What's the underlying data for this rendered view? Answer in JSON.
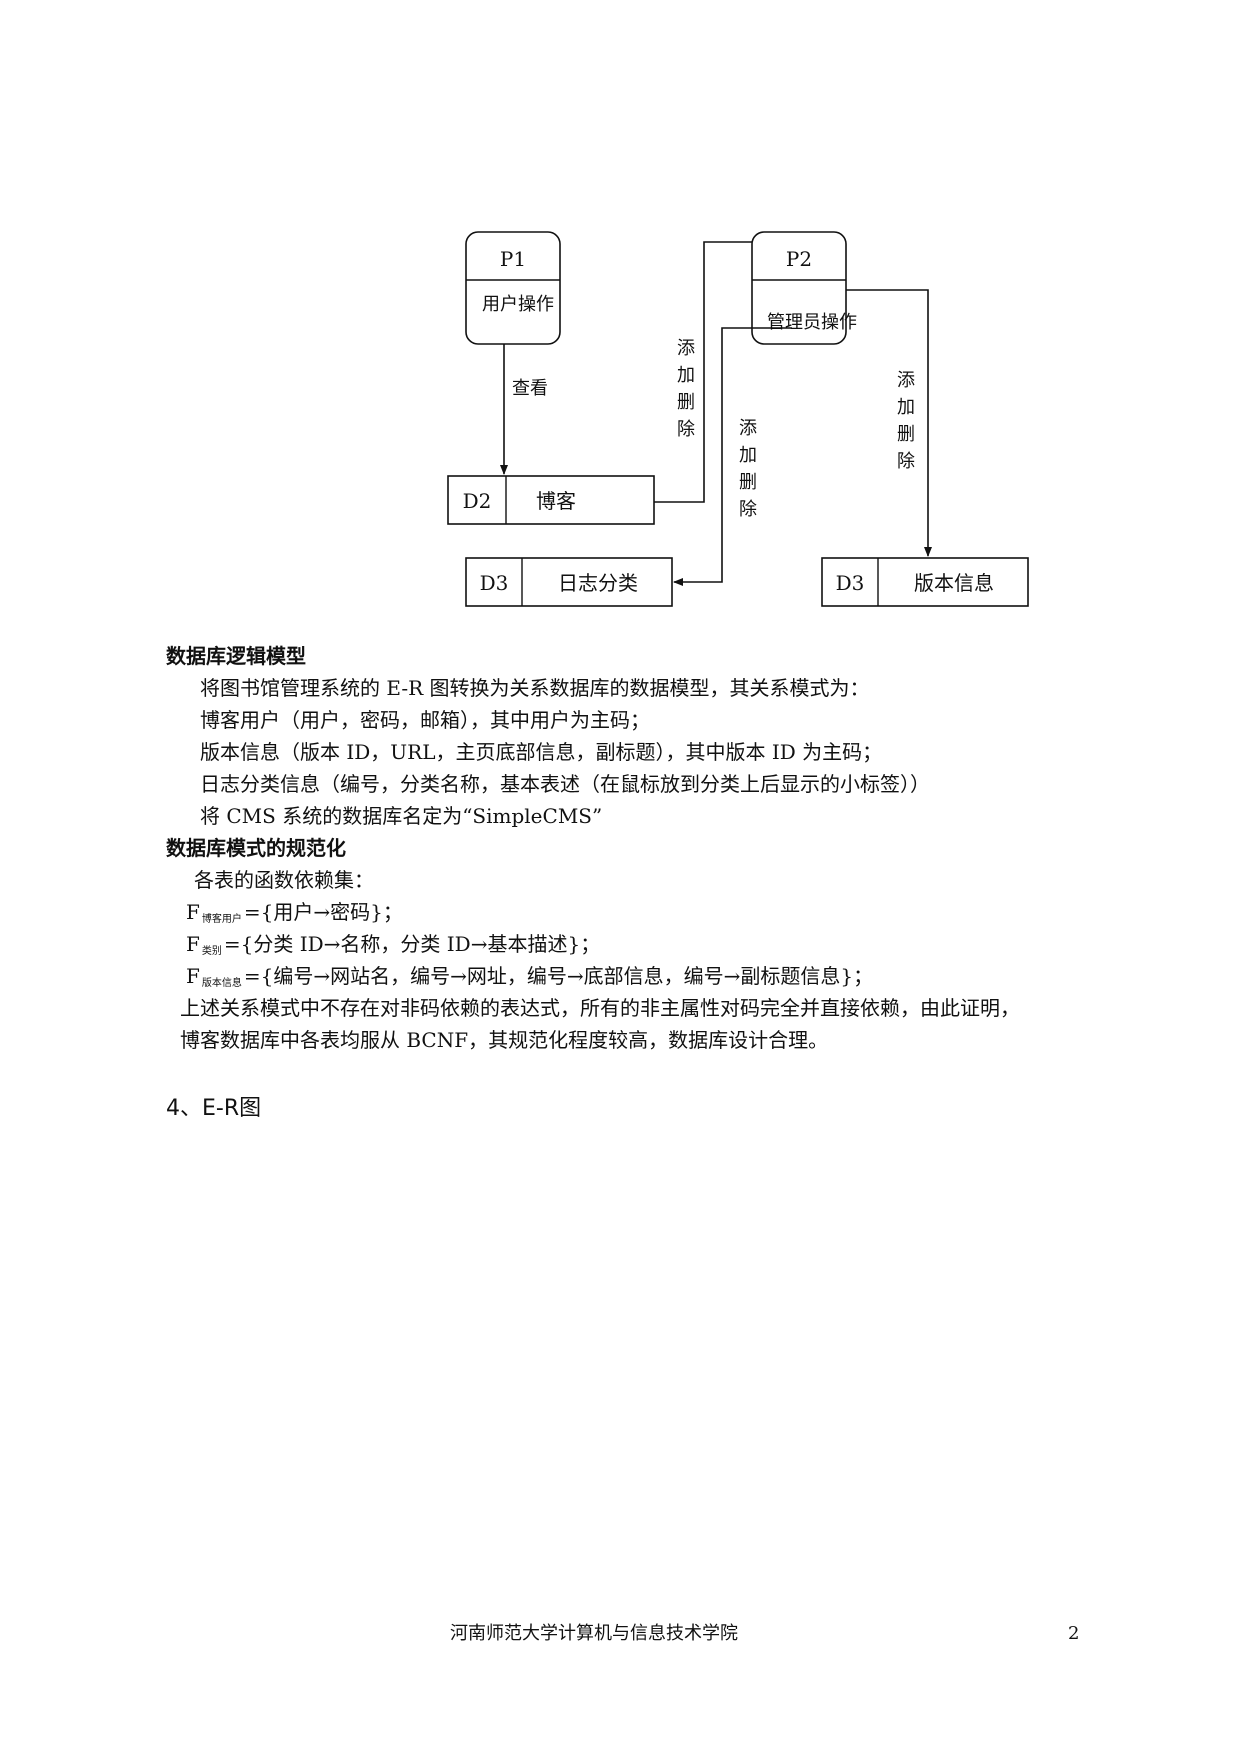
{
  "diagram": {
    "p1": {
      "id": "P1",
      "name": "用户操作"
    },
    "p2": {
      "id": "P2",
      "name": "管理员操作"
    },
    "d2": {
      "id": "D2",
      "name": "博客"
    },
    "d3_category": {
      "id": "D3",
      "name": "日志分类"
    },
    "d3_version": {
      "id": "D3",
      "name": "版本信息"
    },
    "flow_view": "查看",
    "flow_add_delete": [
      "添",
      "加",
      "删",
      "除"
    ]
  },
  "sections": {
    "logical_model": {
      "heading": "数据库逻辑模型",
      "lines": [
        "将图书馆管理系统的 E-R 图转换为关系数据库的数据模型，其关系模式为：",
        "博客用户（用户，密码，邮箱），其中用户为主码；",
        "版本信息（版本 ID，URL，主页底部信息，副标题），其中版本 ID 为主码；",
        "日志分类信息（编号，分类名称，基本表述（在鼠标放到分类上后显示的小标签））",
        "将 CMS 系统的数据库名定为“SimpleCMS”"
      ]
    },
    "normalization": {
      "heading": "数据库模式的规范化",
      "intro": "各表的函数依赖集：",
      "dependencies": [
        {
          "f": "F",
          "sub": "博客用户",
          "expr": "={用户→密码}；"
        },
        {
          "f": "F",
          "sub": "类别",
          "expr": "={分类 ID→名称，分类 ID→基本描述}；"
        },
        {
          "f": "F",
          "sub": "版本信息",
          "expr": "={编号→网站名，编号→网址，编号→底部信息，编号→副标题信息}；"
        }
      ],
      "conclusion": [
        "上述关系模式中不存在对非码依赖的表达式，所有的非主属性对码完全并直接依赖，由此证明，",
        "博客数据库中各表均服从 BCNF，其规范化程度较高，数据库设计合理。"
      ]
    },
    "er_heading": "4、E-R图"
  },
  "footer": {
    "institution": "河南师范大学计算机与信息技术学院",
    "page_number": "2"
  }
}
